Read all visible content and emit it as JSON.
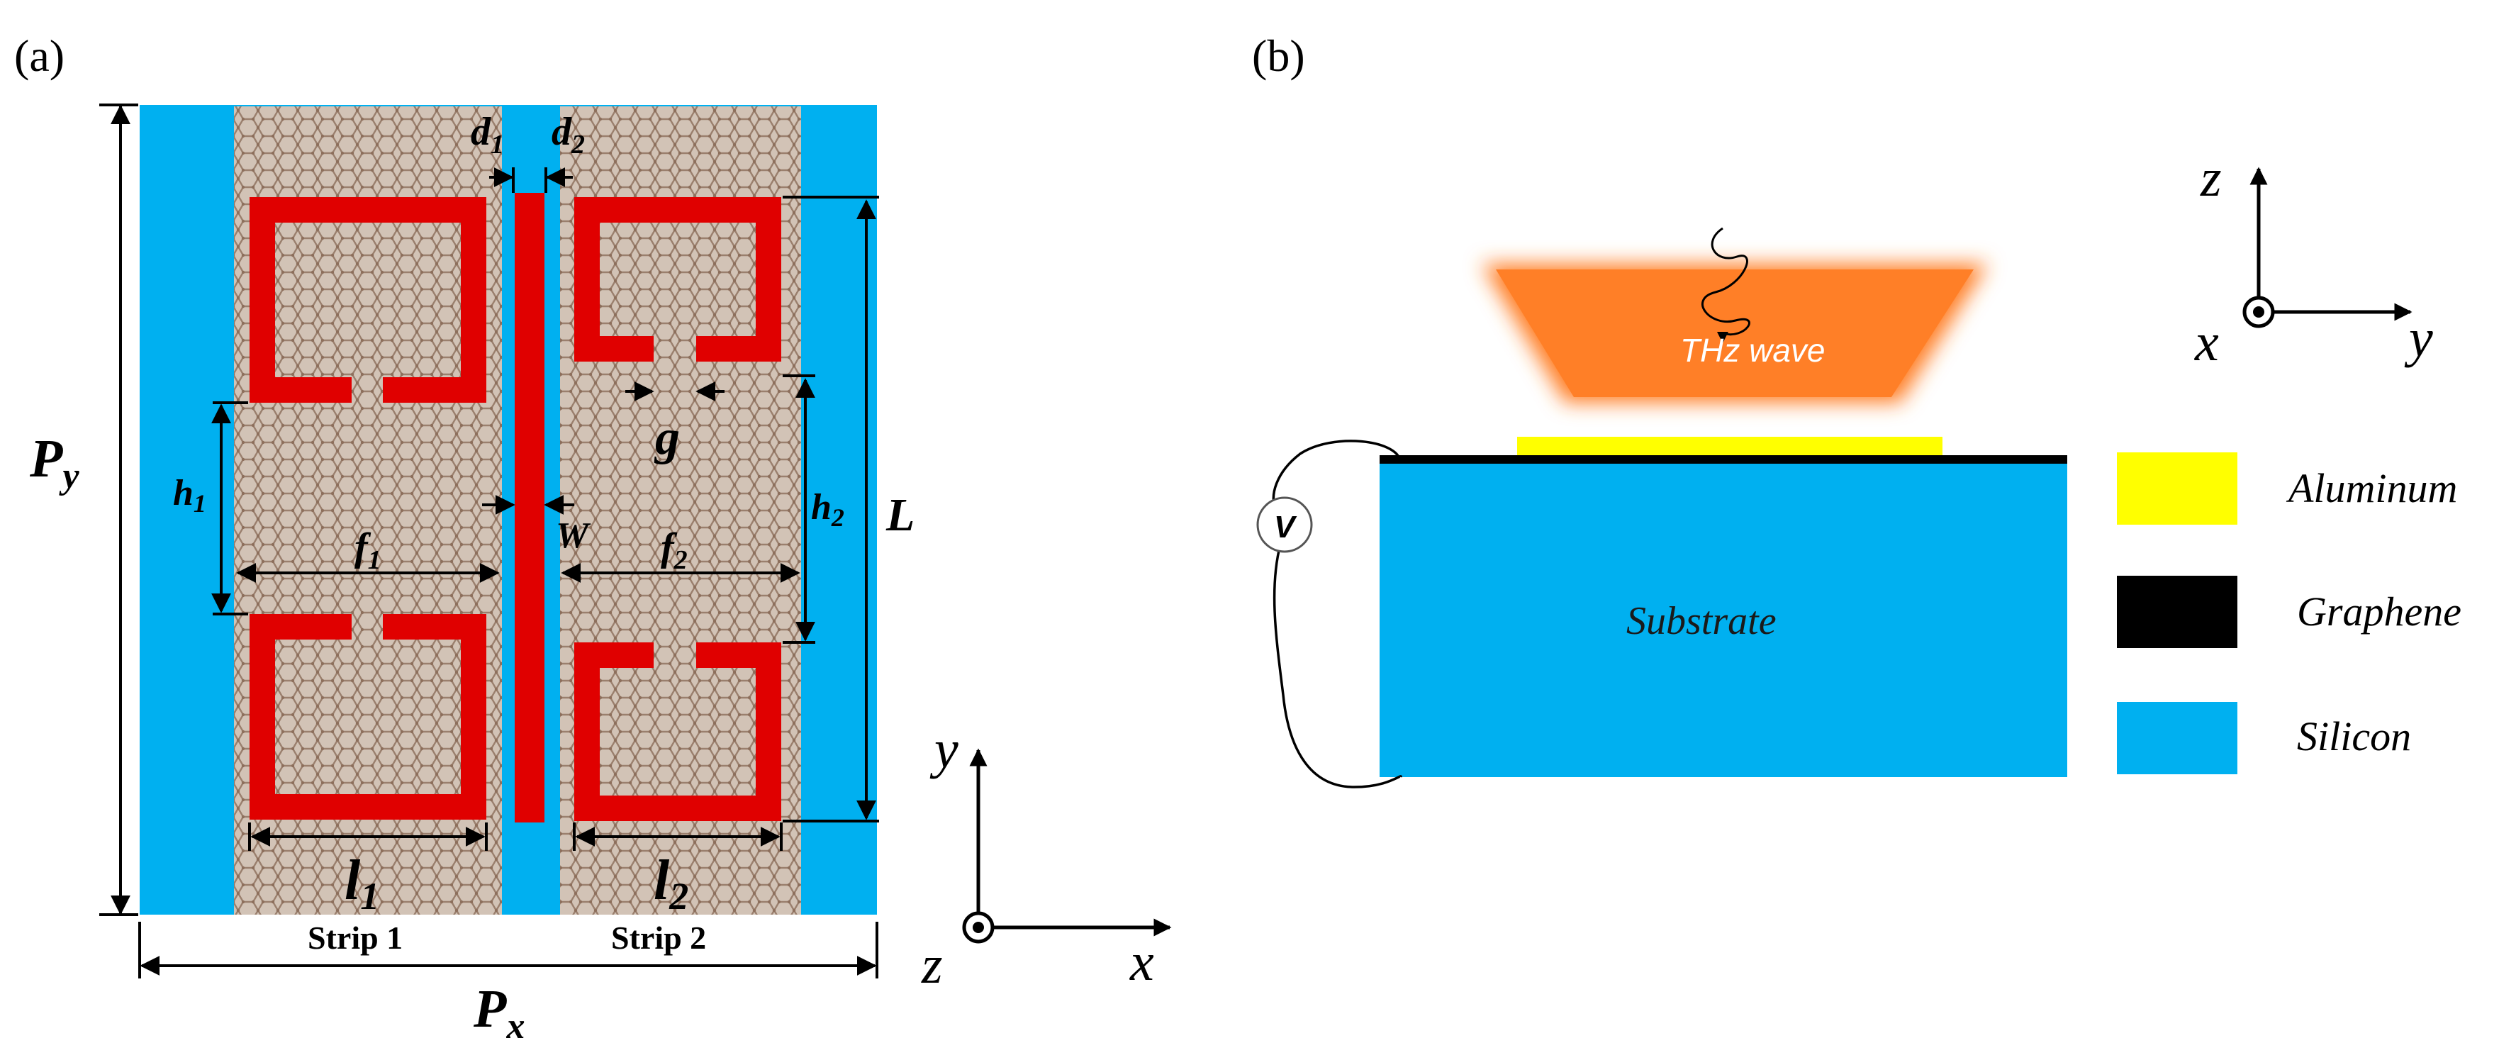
{
  "panel_a": {
    "tag": "(a)",
    "dims": {
      "d1": "d",
      "d1_sub": "1",
      "d2": "d",
      "d2_sub": "2",
      "g": "g",
      "W": "W",
      "h1": "h",
      "h1_sub": "1",
      "h2": "h",
      "h2_sub": "2",
      "f1": "f",
      "f1_sub": "1",
      "f2": "f",
      "f2_sub": "2",
      "l1": "l",
      "l1_sub": "1",
      "l2": "l",
      "l2_sub": "2",
      "L": "L",
      "Py": "P",
      "Py_sub": "y",
      "Px": "P",
      "Px_sub": "x"
    },
    "strip1": "Strip 1",
    "strip2": "Strip 2",
    "axes": {
      "y": "y",
      "x": "x",
      "z": "z"
    }
  },
  "panel_b": {
    "tag": "(b)",
    "wave_label": "THz  wave",
    "substrate_label": "Substrate",
    "voltage_label": "V",
    "axes": {
      "z": "z",
      "x": "x",
      "y": "y"
    },
    "legend": [
      {
        "label": "Aluminum",
        "color": "#ffff00"
      },
      {
        "label": "Graphene",
        "color": "#000000"
      },
      {
        "label": "Silicon",
        "color": "#00b0f0"
      }
    ]
  },
  "colors": {
    "silicon": "#00b0f0",
    "metal": "#e00000",
    "aluminum": "#ffff00",
    "graphene": "#000000",
    "wave": "#ff7f27"
  }
}
